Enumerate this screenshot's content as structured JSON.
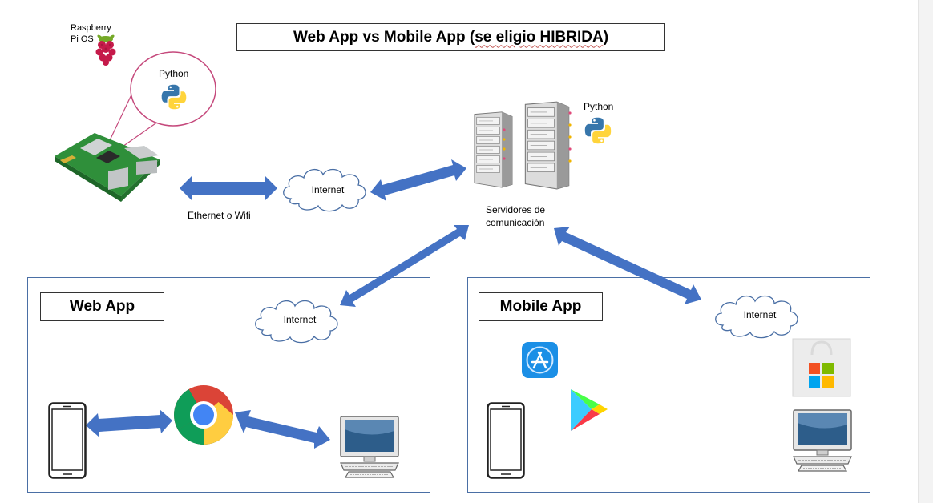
{
  "title": {
    "prefix": "Web App vs Mobile App (",
    "underlined": "se eligio HIBRIDA",
    "suffix": ")"
  },
  "raspberry": {
    "os_line1": "Raspberry",
    "os_line2": "Pi OS",
    "python_label": "Python"
  },
  "link_pi_cloud": {
    "label": "Ethernet o Wifi"
  },
  "cloud_top": {
    "label": "Internet"
  },
  "servers": {
    "label_line1": "Servidores de",
    "label_line2": "comunicación",
    "python_label": "Python"
  },
  "web_section": {
    "label": "Web App",
    "cloud_label": "Internet"
  },
  "mobile_section": {
    "label": "Mobile App",
    "cloud_label": "Internet"
  },
  "colors": {
    "arrow": "#4472c4",
    "section_border": "#4a6fa5",
    "raspberry": "#c51a4a",
    "python_blue": "#3776ab",
    "python_yellow": "#ffd43b"
  },
  "icons": [
    "raspberry-pi-logo",
    "python-logo",
    "raspberry-pi-board",
    "server-rack",
    "smartphone",
    "chrome-logo",
    "desktop-computer",
    "app-store-icon",
    "google-play-icon",
    "microsoft-store-icon"
  ]
}
